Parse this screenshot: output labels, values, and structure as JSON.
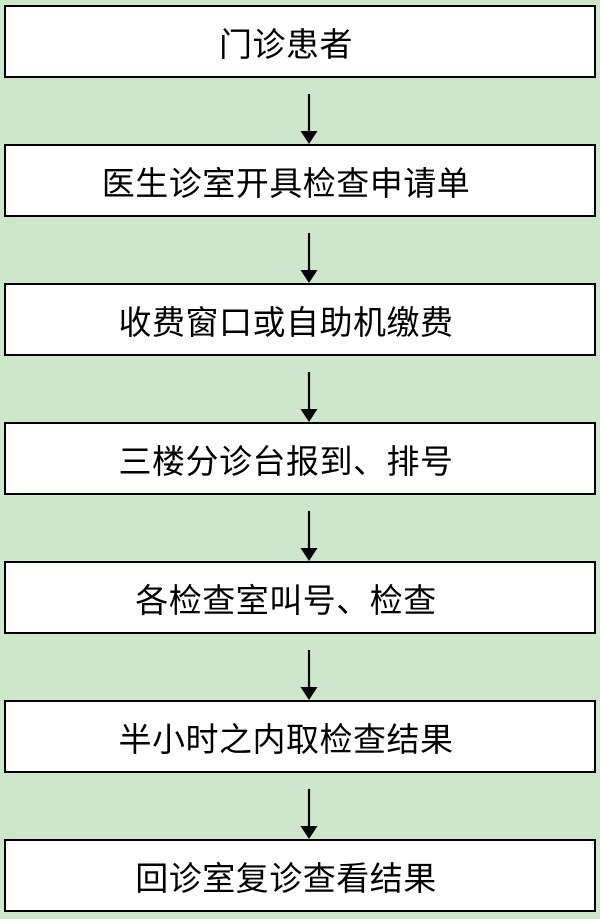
{
  "flowchart": {
    "type": "vertical-flow",
    "background_color": "#cee6cb",
    "box_fill_color": "#ffffff",
    "box_border_color": "#000000",
    "arrow_color": "#000000",
    "text_color": "#000000",
    "connector": "down-arrow",
    "steps": [
      "门诊患者",
      "医生诊室开具检查申请单",
      "收费窗口或自助机缴费",
      "三楼分诊台报到、排号",
      "各检查室叫号、检查",
      "半小时之内取检查结果",
      "回诊室复诊查看结果"
    ]
  }
}
